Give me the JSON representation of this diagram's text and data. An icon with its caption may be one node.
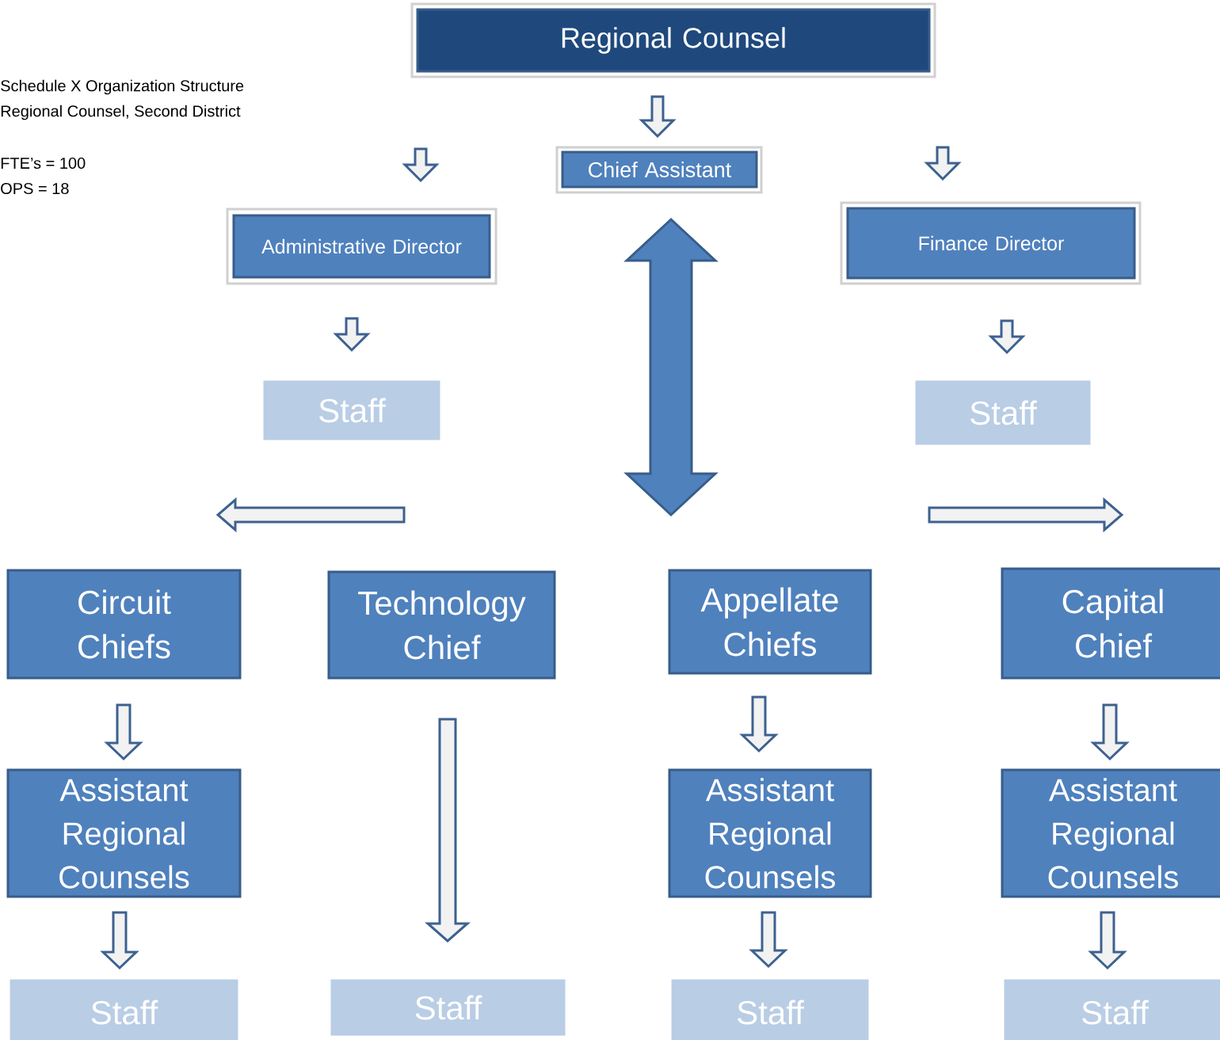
{
  "diagram": {
    "nodes": [
      {
        "text": [
          "Regional Counsel"
        ]
      },
      {
        "text": [
          "Chief Assistant"
        ]
      },
      {
        "text": [
          "Administrative Director"
        ]
      },
      {
        "text": [
          "Finance Director"
        ]
      },
      {
        "text": [
          "Staff"
        ]
      },
      {
        "text": [
          "Staff"
        ]
      },
      {
        "text": [
          "Circuit Chiefs"
        ]
      },
      {
        "text": [
          "Technology Chief"
        ]
      },
      {
        "text": [
          "Appellate Chiefs"
        ]
      },
      {
        "text": [
          "Capital Chief"
        ]
      },
      {
        "text": [
          "Assistant Regional Counsels"
        ]
      },
      {
        "text": [
          "Assistant Regional Counsels"
        ]
      },
      {
        "text": [
          "Assistant Regional Counsels"
        ]
      },
      {
        "text": [
          "Staff"
        ]
      },
      {
        "text": [
          "Staff"
        ]
      },
      {
        "text": [
          "Staff"
        ]
      },
      {
        "text": [
          "Staff"
        ]
      }
    ],
    "edges": [
      {
        "from": 0,
        "to": 1,
        "arrow": "to"
      },
      {
        "from": null,
        "to": 2,
        "arrow": "to"
      },
      {
        "from": null,
        "to": 3,
        "arrow": "to"
      },
      {
        "from": 2,
        "to": 4,
        "arrow": "to"
      },
      {
        "from": 3,
        "to": 5,
        "arrow": "to"
      },
      {
        "from": 1,
        "to": null,
        "arrow": "both",
        "style": "thick"
      },
      {
        "from": 6,
        "to": 10,
        "arrow": "to"
      },
      {
        "from": 10,
        "to": 13,
        "arrow": "to"
      },
      {
        "from": 7,
        "to": 14,
        "arrow": "to"
      },
      {
        "from": 8,
        "to": 11,
        "arrow": "to"
      },
      {
        "from": 11,
        "to": 15,
        "arrow": "to"
      },
      {
        "from": 9,
        "to": 12,
        "arrow": "to"
      },
      {
        "from": 12,
        "to": 16,
        "arrow": "to"
      }
    ],
    "labels": [
      "Schedule X Organization Structure",
      "Regional Counsel, Second District",
      "FTE’s = 100",
      "OPS = 18"
    ]
  }
}
